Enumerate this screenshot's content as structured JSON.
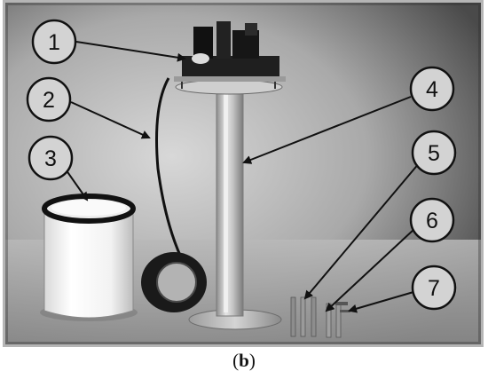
{
  "figure": {
    "callouts": [
      {
        "id": 1,
        "label": "1"
      },
      {
        "id": 2,
        "label": "2"
      },
      {
        "id": 3,
        "label": "3"
      },
      {
        "id": 4,
        "label": "4"
      },
      {
        "id": 5,
        "label": "5"
      },
      {
        "id": 6,
        "label": "6"
      },
      {
        "id": 7,
        "label": "7"
      }
    ],
    "caption": {
      "open": "(",
      "letter": "b",
      "close": ")"
    }
  }
}
